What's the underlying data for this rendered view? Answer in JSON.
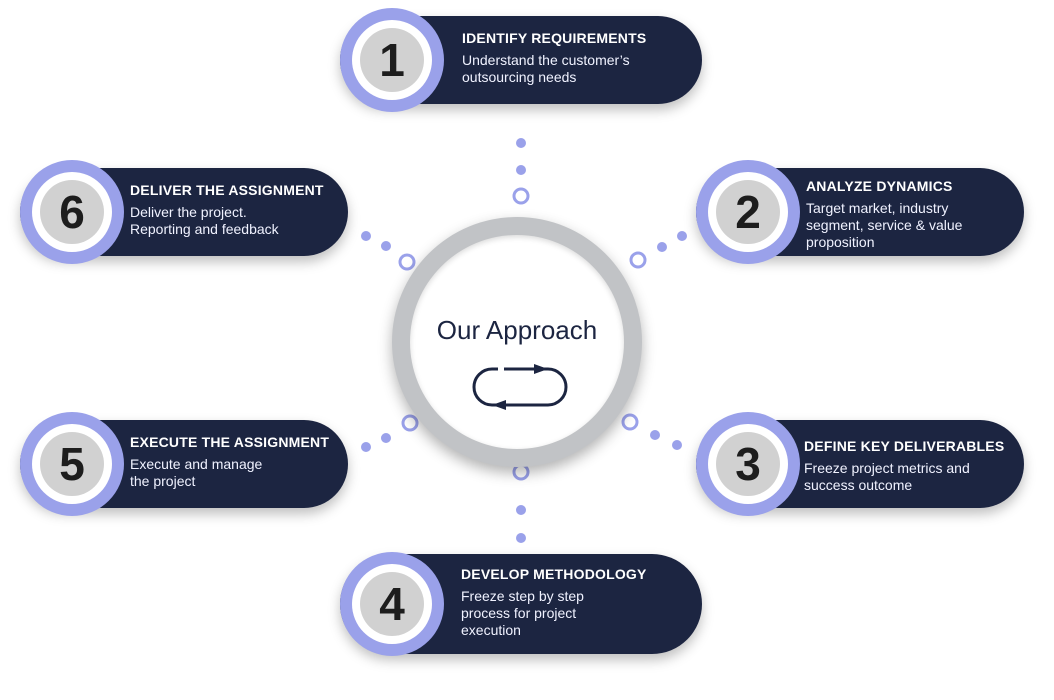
{
  "center": {
    "title": "Our Approach",
    "icon": "cycle-arrows-icon"
  },
  "colors": {
    "card": "#1c2541",
    "ring": "#9aa1ea",
    "dot": "#9aa1ea",
    "badge": "#d1d1d1"
  },
  "steps": [
    {
      "num": "1",
      "title": "IDENTIFY REQUIREMENTS",
      "desc": "Understand the customer’s\noutsourcing needs"
    },
    {
      "num": "2",
      "title": "ANALYZE DYNAMICS",
      "desc": "Target market, industry\nsegment, service & value\nproposition"
    },
    {
      "num": "3",
      "title": "DEFINE KEY DELIVERABLES",
      "desc": "Freeze project metrics and\nsuccess outcome"
    },
    {
      "num": "4",
      "title": "DEVELOP METHODOLOGY",
      "desc": "Freeze step by step\nprocess for project\nexecution"
    },
    {
      "num": "5",
      "title": "EXECUTE THE ASSIGNMENT",
      "desc": "Execute and manage\nthe project"
    },
    {
      "num": "6",
      "title": "DELIVER THE ASSIGNMENT",
      "desc": "Deliver the project.\nReporting and feedback"
    }
  ]
}
